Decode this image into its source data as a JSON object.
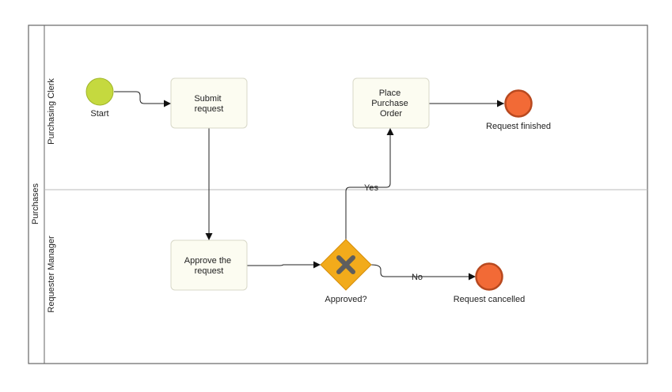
{
  "pool": {
    "label": "Purchases"
  },
  "lanes": [
    {
      "id": "lane-1",
      "label": "Purchasing Clerk"
    },
    {
      "id": "lane-2",
      "label": "Requester Manager"
    }
  ],
  "nodes": {
    "start": {
      "label": "Start"
    },
    "submit": {
      "lines": [
        "Submit",
        "request"
      ]
    },
    "approve": {
      "lines": [
        "Approve the",
        "request"
      ]
    },
    "gateway": {
      "label": "Approved?"
    },
    "place": {
      "lines": [
        "Place",
        "Purchase",
        "Order"
      ]
    },
    "end_finished": {
      "label": "Request finished"
    },
    "end_cancelled": {
      "label": "Request cancelled"
    }
  },
  "flows": {
    "yes": "Yes",
    "no": "No"
  },
  "colors": {
    "start_fill": "#c5d93f",
    "start_stroke": "#9fb52a",
    "task_fill": "#fcfcf1",
    "task_stroke": "#d8d8c8",
    "gateway_fill": "#f2ab1b",
    "gateway_stroke": "#d68d0a",
    "gateway_mark": "#5e5e5e",
    "end_fill": "#f26a36",
    "end_stroke": "#b8491f",
    "line": "#222222",
    "border": "#666666",
    "lane_divider": "#bbbbbb"
  }
}
